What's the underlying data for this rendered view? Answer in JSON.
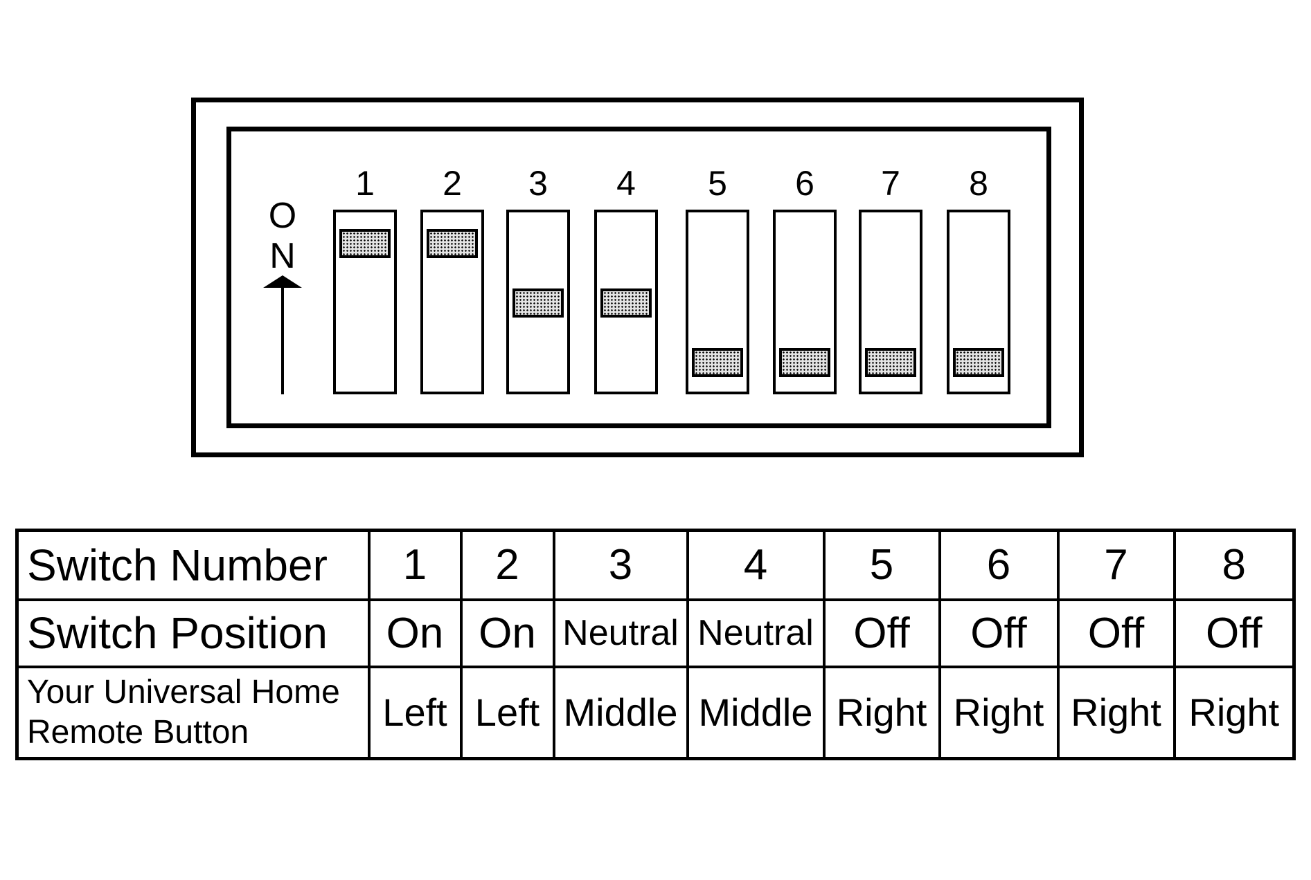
{
  "diagram": {
    "on_indicator": {
      "letters": [
        "O",
        "N"
      ],
      "icon": "arrow-up-icon"
    },
    "switches": [
      {
        "number": "1",
        "position": "on"
      },
      {
        "number": "2",
        "position": "on"
      },
      {
        "number": "3",
        "position": "neutral"
      },
      {
        "number": "4",
        "position": "neutral"
      },
      {
        "number": "5",
        "position": "off"
      },
      {
        "number": "6",
        "position": "off"
      },
      {
        "number": "7",
        "position": "off"
      },
      {
        "number": "8",
        "position": "off"
      }
    ]
  },
  "table": {
    "rows": [
      {
        "label": "Switch Number",
        "cells": [
          "1",
          "2",
          "3",
          "4",
          "5",
          "6",
          "7",
          "8"
        ]
      },
      {
        "label": "Switch Position",
        "cells": [
          "On",
          "On",
          "Neutral",
          "Neutral",
          "Off",
          "Off",
          "Off",
          "Off"
        ]
      },
      {
        "label_line1": "Your Universal Home",
        "label_line2": "Remote Button",
        "cells": [
          "Left",
          "Left",
          "Middle",
          "Middle",
          "Right",
          "Right",
          "Right",
          "Right"
        ]
      }
    ]
  }
}
